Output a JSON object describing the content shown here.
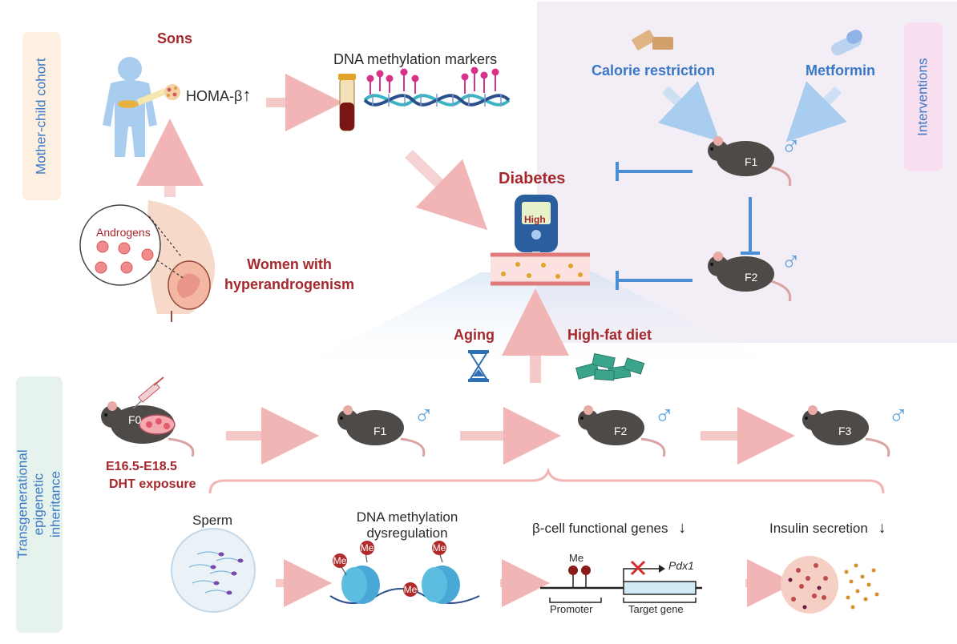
{
  "side_labels": {
    "cohort": "Mother-child cohort",
    "interventions": "Interventions",
    "transgenerational": "Transgenerational epigenetic inheritance"
  },
  "cohort": {
    "sons": "Sons",
    "homa": "HOMA-β",
    "dna_markers": "DNA methylation markers",
    "androgens": "Androgens",
    "women": "Women with hyperandrogenism"
  },
  "center": {
    "diabetes": "Diabetes",
    "meter_display": "High",
    "aging": "Aging",
    "high_fat_diet": "High-fat diet"
  },
  "interventions": {
    "calorie_restriction": "Calorie restriction",
    "metformin": "Metformin",
    "mouse_f1": "F1",
    "mouse_f2": "F2"
  },
  "generations": {
    "f0": "F0",
    "f1": "F1",
    "f2": "F2",
    "f3": "F3",
    "exposure_window": "E16.5-E18.5",
    "exposure_agent": "DHT exposure"
  },
  "mechanism": {
    "sperm": "Sperm",
    "dna_dysreg": "DNA methylation dysregulation",
    "me_mark": "Me",
    "beta_genes": "β-cell functional genes",
    "insulin": "Insulin secretion",
    "pdx1": "Pdx1",
    "promoter": "Promoter",
    "target_gene": "Target gene"
  },
  "symbols": {
    "male": "♂",
    "up_arrow": "↑",
    "down_arrow": "↓"
  },
  "colors": {
    "dark_red": "#a4282c",
    "blue": "#3a78c8",
    "intervention_bg": "#f3eef5",
    "arrow_pink": "#f2b5b5",
    "inhibit_blue": "#4a8fd6"
  }
}
